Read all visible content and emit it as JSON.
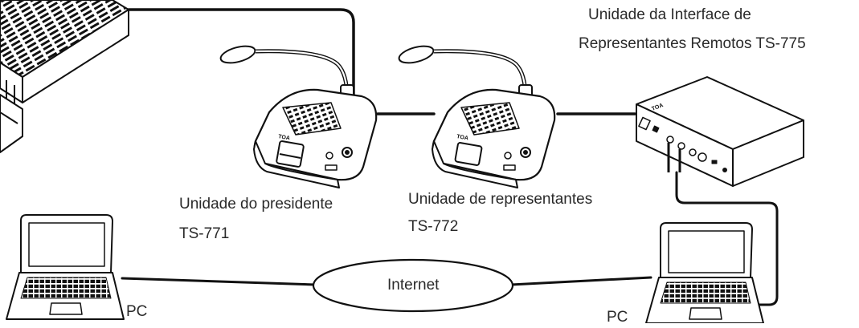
{
  "labels": {
    "interface_unit_line1": "Unidade da Interface de",
    "interface_unit_line2": "Representantes Remotos TS-775",
    "chairman_unit_line1": "Unidade do presidente",
    "chairman_unit_line2": "TS-771",
    "delegate_unit_line1": "Unidade de representantes",
    "delegate_unit_line2": "TS-772",
    "internet": "Internet",
    "pc_left": "PC",
    "pc_right": "PC"
  },
  "logos": {
    "unit_brand": "TOA"
  }
}
